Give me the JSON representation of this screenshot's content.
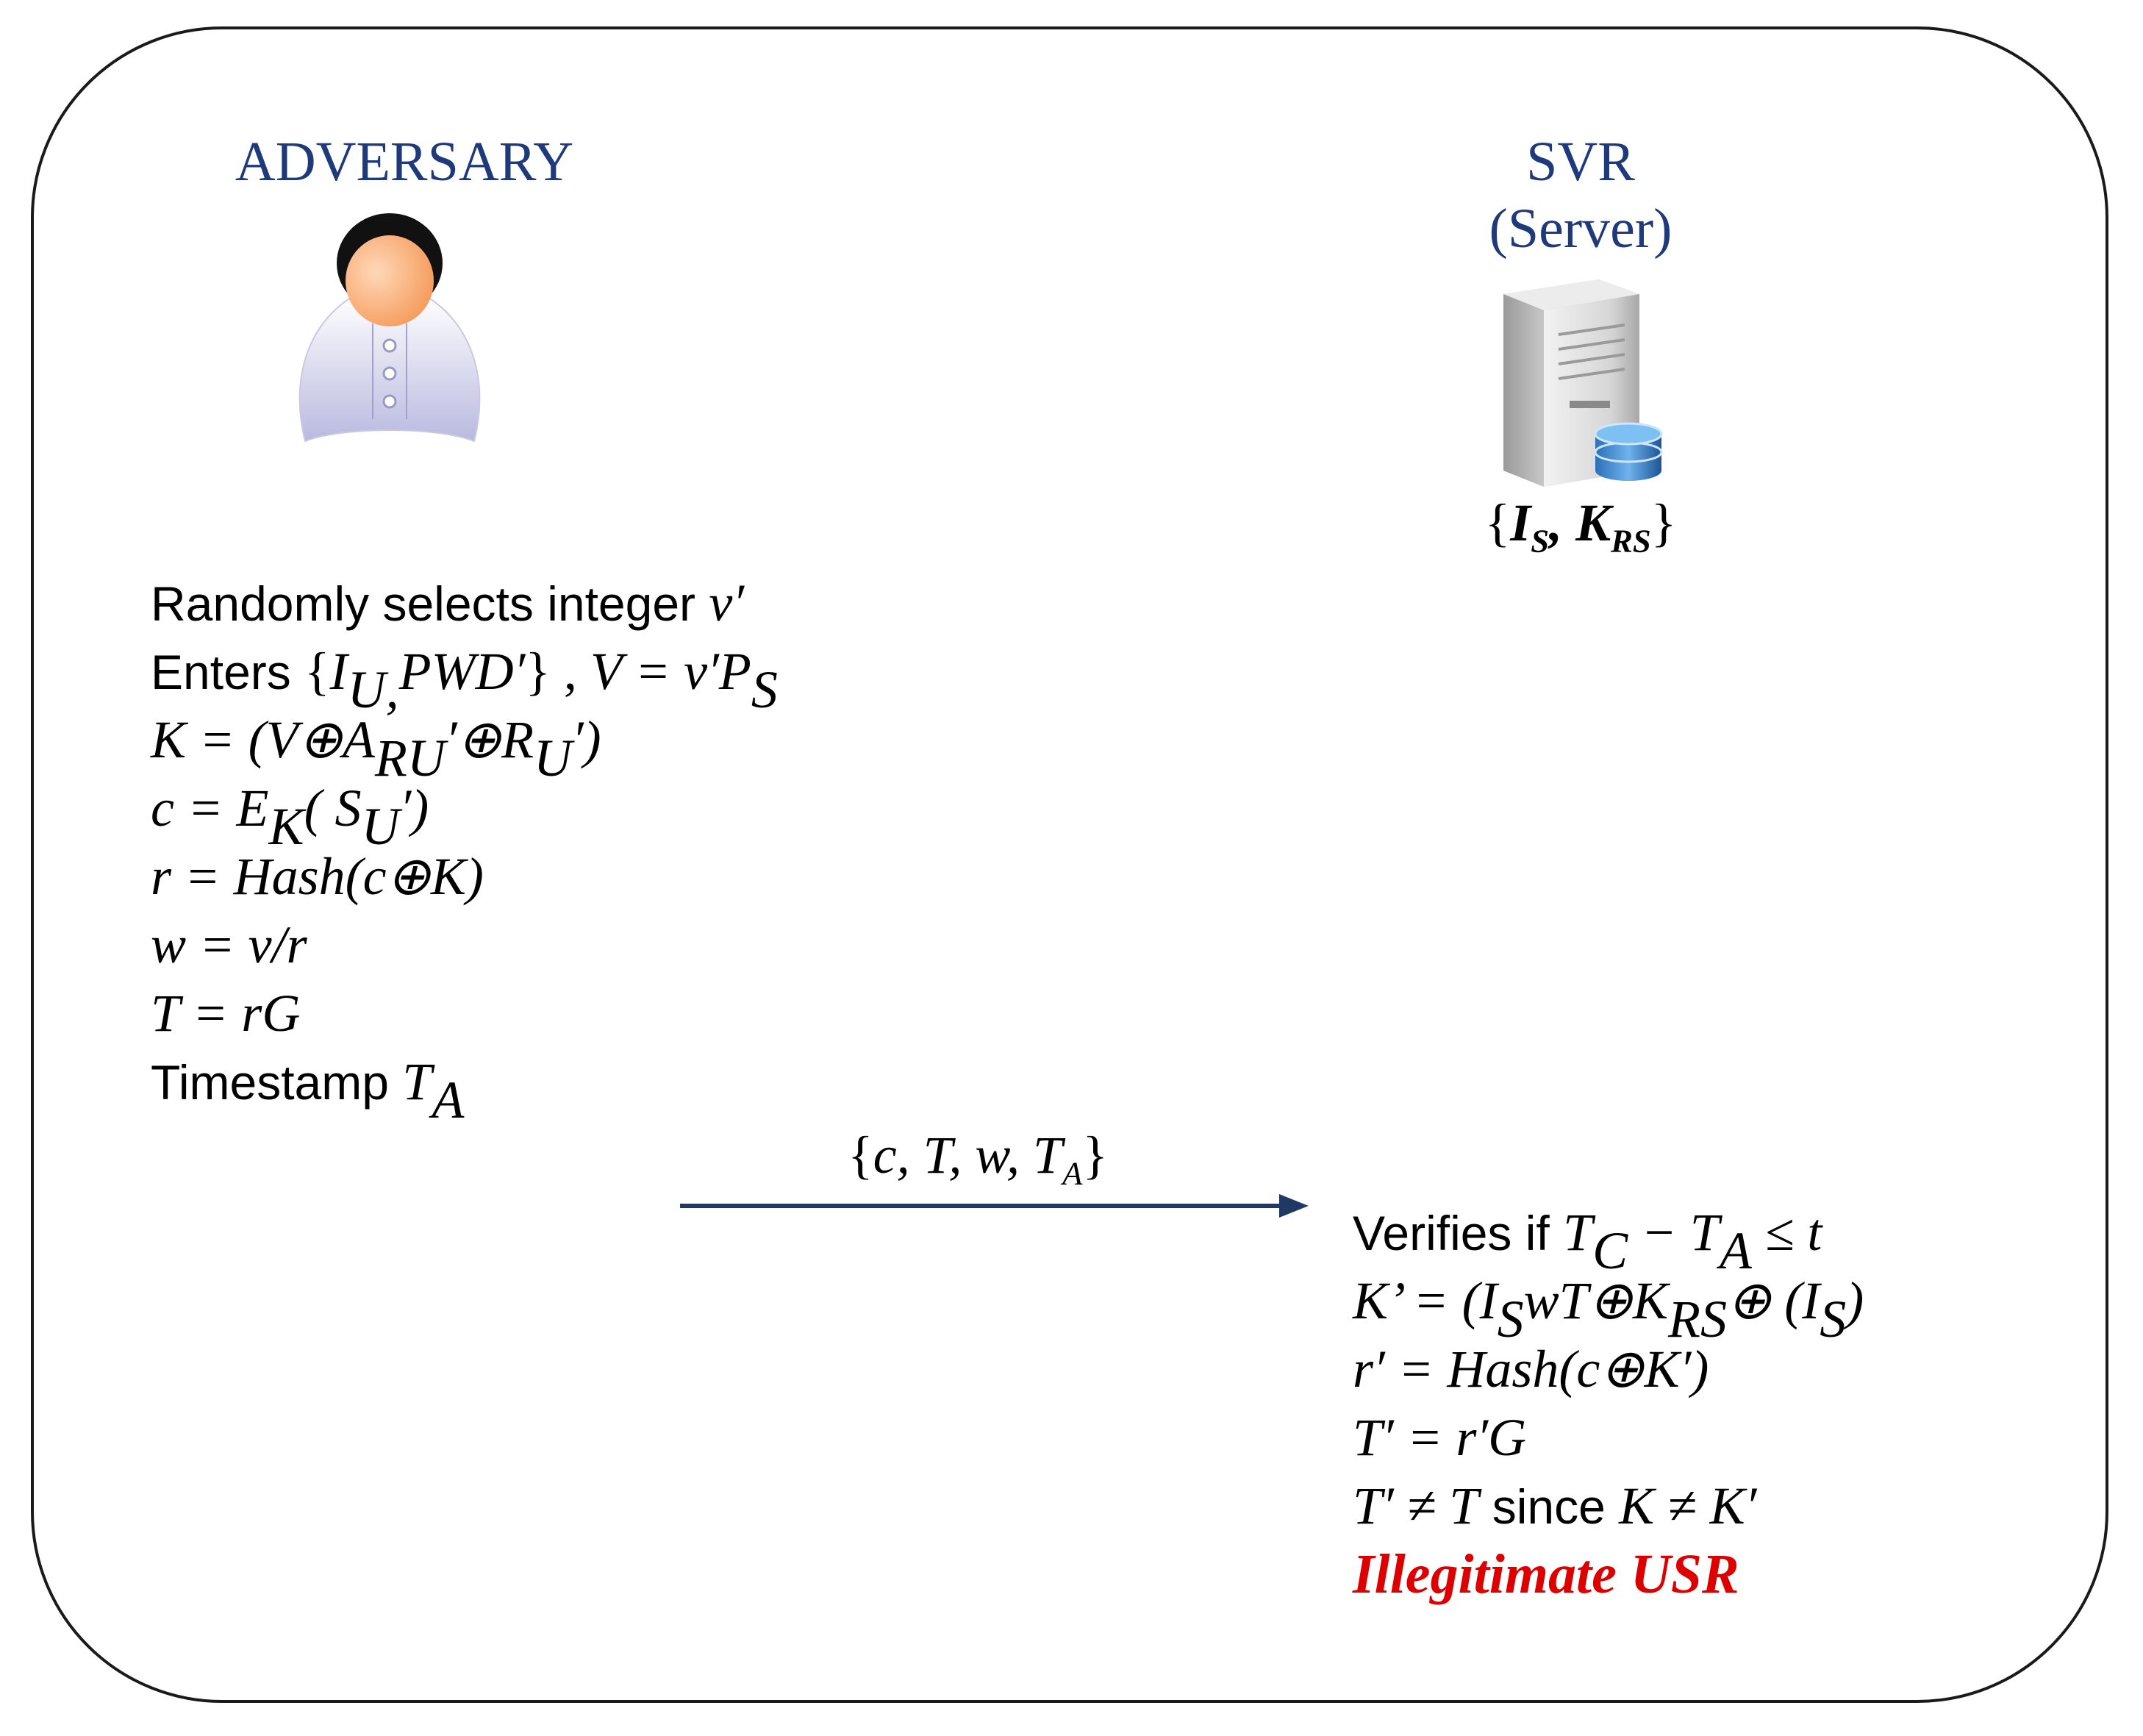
{
  "adversary": {
    "label": "ADVERSARY",
    "steps": [
      {
        "parts": [
          {
            "t": "Randomly selects integer ",
            "s": "sans"
          },
          {
            "t": "v′",
            "s": "math"
          }
        ]
      },
      {
        "parts": [
          {
            "t": "Enters ",
            "s": "sans"
          },
          {
            "t": "{",
            "s": "norm"
          },
          {
            "t": "I",
            "s": "math"
          },
          {
            "t": "U,",
            "s": "sub"
          },
          {
            "t": "PWD′",
            "s": "math"
          },
          {
            "t": "} , ",
            "s": "norm"
          },
          {
            "t": "V = v′P",
            "s": "math"
          },
          {
            "t": "S",
            "s": "sub"
          }
        ]
      },
      {
        "parts": [
          {
            "t": "K = (V⊕A",
            "s": "math"
          },
          {
            "t": "RU",
            "s": "sub"
          },
          {
            "t": "′⊕R",
            "s": "math"
          },
          {
            "t": "U",
            "s": "sub"
          },
          {
            "t": "′)",
            "s": "math"
          }
        ]
      },
      {
        "parts": [
          {
            "t": "c = E",
            "s": "math"
          },
          {
            "t": "K",
            "s": "sub"
          },
          {
            "t": "( S",
            "s": "math"
          },
          {
            "t": "U",
            "s": "sub"
          },
          {
            "t": "′)",
            "s": "math"
          }
        ]
      },
      {
        "parts": [
          {
            "t": "r = Hash(c⊕K)",
            "s": "math"
          }
        ]
      },
      {
        "parts": [
          {
            "t": "w = v/r",
            "s": "math"
          }
        ]
      },
      {
        "parts": [
          {
            "t": "T = rG",
            "s": "math"
          }
        ]
      },
      {
        "parts": [
          {
            "t": "Timestamp ",
            "s": "sans"
          },
          {
            "t": "T",
            "s": "math"
          },
          {
            "t": "A",
            "s": "sub"
          }
        ]
      }
    ]
  },
  "server": {
    "label_line1": "SVR",
    "label_line2": "(Server)",
    "keys": {
      "open": "{",
      "i": "I",
      "i_sub": "S",
      "sep": ", ",
      "k": "K",
      "k_sub": "RS",
      "close": "}"
    },
    "steps": [
      {
        "parts": [
          {
            "t": "Verifies if  ",
            "s": "sans"
          },
          {
            "t": "T",
            "s": "math"
          },
          {
            "t": "C",
            "s": "sub"
          },
          {
            "t": " − T",
            "s": "math"
          },
          {
            "t": "A",
            "s": "sub"
          },
          {
            "t": " ≤ t",
            "s": "math"
          }
        ]
      },
      {
        "parts": [
          {
            "t": "K’ =  (I",
            "s": "math"
          },
          {
            "t": "S",
            "s": "sub"
          },
          {
            "t": "wT⊕K",
            "s": "math"
          },
          {
            "t": "RS",
            "s": "sub"
          },
          {
            "t": "⊕ (I",
            "s": "math"
          },
          {
            "t": "S",
            "s": "sub"
          },
          {
            "t": ")",
            "s": "math"
          }
        ]
      },
      {
        "parts": [
          {
            "t": "r′ = Hash(c⊕K′)",
            "s": "math"
          }
        ]
      },
      {
        "parts": [
          {
            "t": "T′ = r′G",
            "s": "math"
          }
        ]
      },
      {
        "parts": [
          {
            "t": "T′ ≠ T",
            "s": "math"
          },
          {
            "t": " since ",
            "s": "sans"
          },
          {
            "t": "K ≠ K′",
            "s": "math"
          }
        ]
      },
      {
        "parts": [
          {
            "t": "Illegitimate USR",
            "s": "red"
          }
        ]
      }
    ]
  },
  "message": {
    "open": "{",
    "body": "c, T, w, T",
    "sub": "A",
    "close": "}"
  },
  "colors": {
    "label_blue": "#1f3a7a",
    "arrow_navy": "#1f3864",
    "alert_red": "#dd0000"
  }
}
